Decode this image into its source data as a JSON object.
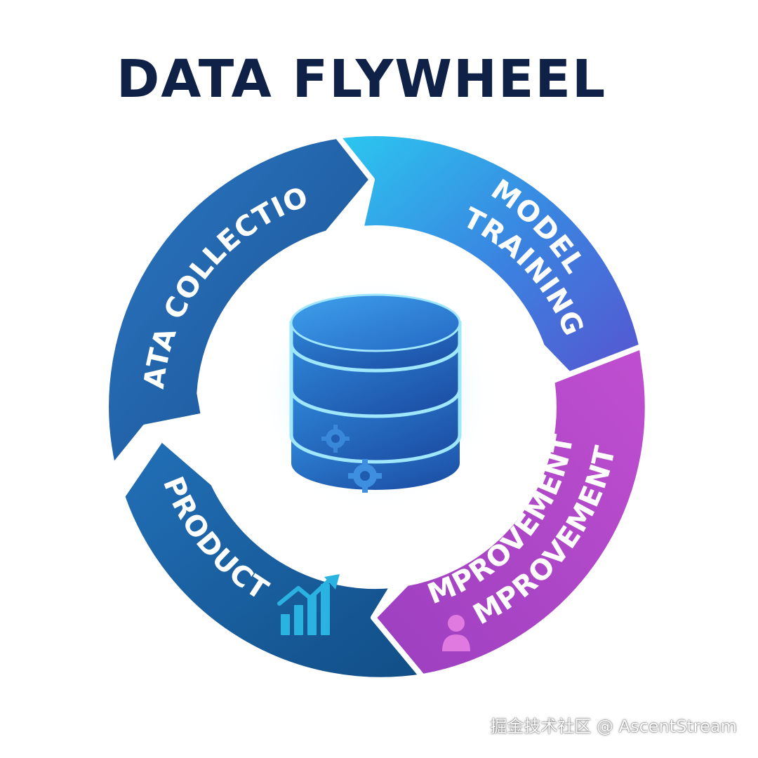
{
  "title": "DATA FLYWHEEL",
  "segments": {
    "data_collection": "DATA COLLECTION",
    "model_line1": "MODEL",
    "model_line2": "TRAINING",
    "improvement_1": "IMPROVEMENT",
    "improvement_2": "IMPROVEMENT",
    "product": "PRODUCT"
  },
  "watermark": "掘金技术社区 @ AscentStream",
  "icons": {
    "center": "database-icon",
    "gears": "gear-icon",
    "chart": "growth-chart-icon",
    "person": "person-icon"
  },
  "colors": {
    "title": "#0f2147",
    "data_collection": "#1e5fa3",
    "model_training_start": "#2bc0ef",
    "model_training_end": "#5b4fd0",
    "improvement": "#b84bc9",
    "product": "#165f98"
  }
}
